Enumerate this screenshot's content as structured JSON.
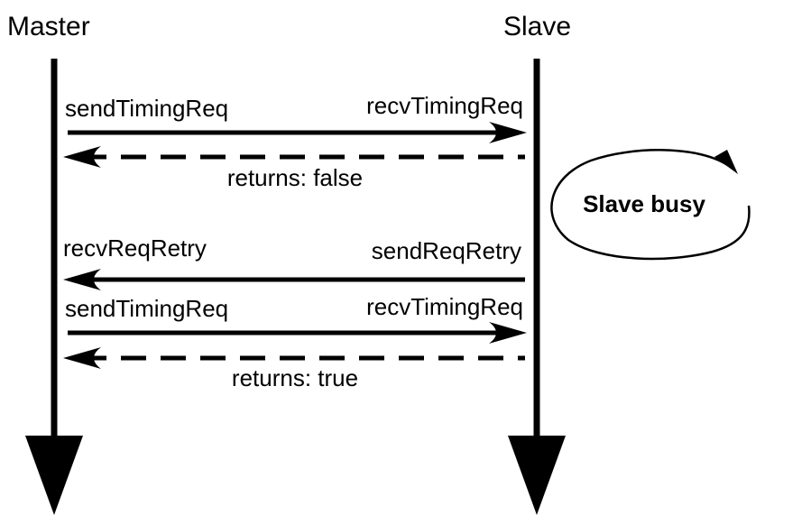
{
  "actors": {
    "master": "Master",
    "slave": "Slave"
  },
  "messages": {
    "send_timing_req_1": "sendTimingReq",
    "recv_timing_req_1": "recvTimingReq",
    "returns_false": "returns: false",
    "recv_req_retry": "recvReqRetry",
    "send_req_retry": "sendReqRetry",
    "send_timing_req_2": "sendTimingReq",
    "recv_timing_req_2": "recvTimingReq",
    "returns_true": "returns: true"
  },
  "state": {
    "slave_busy": "Slave busy"
  },
  "colors": {
    "ink": "#000000",
    "background": "#ffffff"
  }
}
